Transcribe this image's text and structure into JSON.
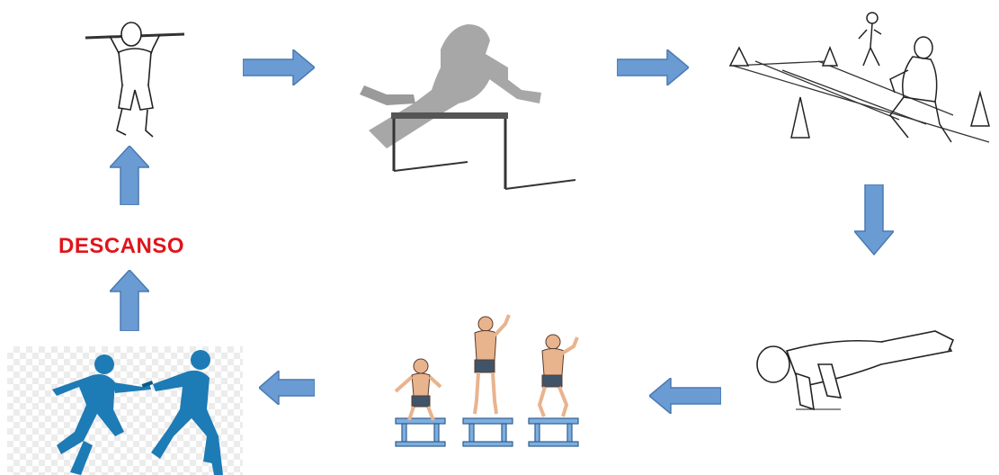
{
  "rest_label": "DESCANSO",
  "colors": {
    "arrow_fill": "#6a9bd3",
    "arrow_stroke": "#4a7ab2",
    "label": "#e0141c",
    "runner": "#1d7bb5",
    "skin": "#e8b48e",
    "shorts": "#3f5469",
    "hurdle_gray": "#a7a7a7"
  },
  "stations": [
    {
      "order": 1,
      "icon": "pull-up-icon"
    },
    {
      "order": 2,
      "icon": "hurdle-jump-icon"
    },
    {
      "order": 3,
      "icon": "cone-drill-icon"
    },
    {
      "order": 4,
      "icon": "push-up-icon"
    },
    {
      "order": 5,
      "icon": "box-jump-icon"
    },
    {
      "order": 6,
      "icon": "relay-run-icon"
    }
  ]
}
